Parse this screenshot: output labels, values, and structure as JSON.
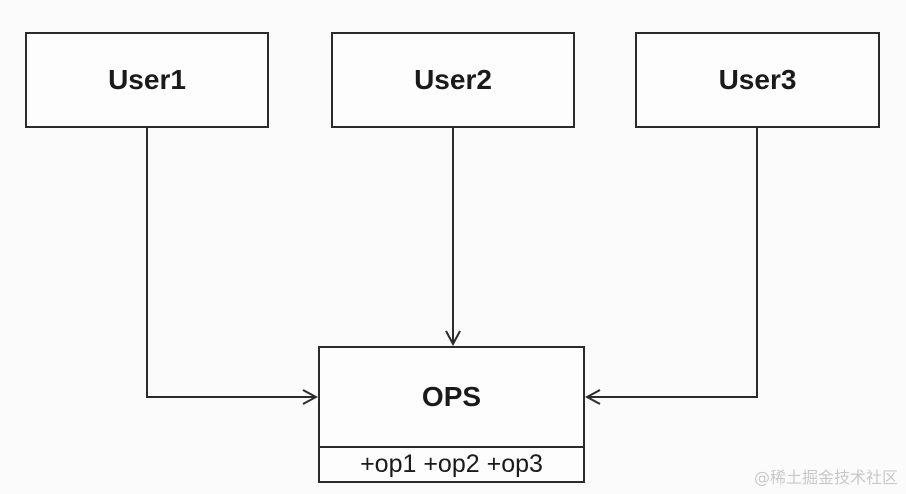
{
  "nodes": {
    "user1": "User1",
    "user2": "User2",
    "user3": "User3",
    "ops": {
      "title": "OPS",
      "methods": "+op1 +op2 +op3"
    }
  },
  "edges": [
    {
      "from": "User1",
      "to": "OPS"
    },
    {
      "from": "User2",
      "to": "OPS"
    },
    {
      "from": "User3",
      "to": "OPS"
    }
  ],
  "watermark": "@稀土掘金技术社区",
  "colors": {
    "stroke": "#2b2b2b",
    "background": "#fbfbfb",
    "watermark": "#c9c9c9"
  }
}
